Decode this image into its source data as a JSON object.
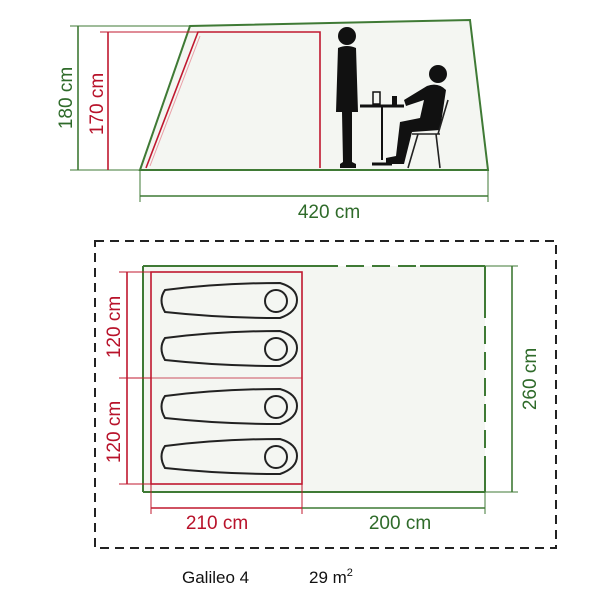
{
  "colors": {
    "green": "#3f7a35",
    "green_text": "#2f6b2a",
    "red": "#c0182f",
    "dark": "#222222",
    "fill": "#f4f6f2"
  },
  "side_view": {
    "total_height_label": "180 cm",
    "inner_height_label": "170 cm",
    "length_label": "420 cm",
    "icons": [
      "standing-person-icon",
      "seated-person-icon",
      "table-icon",
      "chair-icon"
    ]
  },
  "floor_plan": {
    "bedroom_upper_label": "120 cm",
    "bedroom_lower_label": "120 cm",
    "width_label": "260 cm",
    "bedroom_length_label": "210 cm",
    "living_length_label": "200 cm",
    "sleeping_bags": 4
  },
  "caption": {
    "model": "Galileo 4",
    "area_value": "29 m",
    "area_exp": "2"
  }
}
